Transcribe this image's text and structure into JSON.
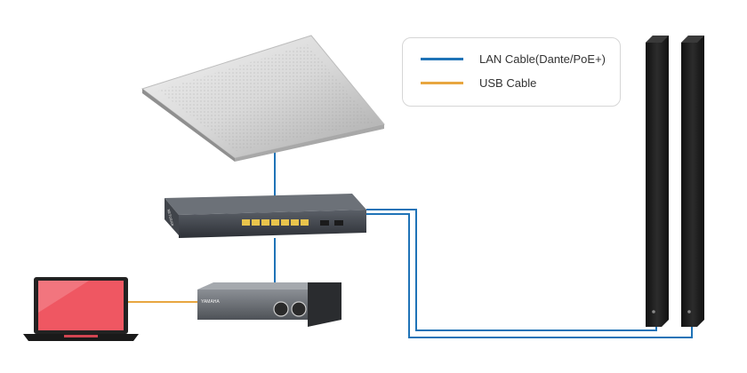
{
  "legend": {
    "items": [
      {
        "label": "LAN Cable(Dante/PoE+)",
        "color": "#1f73b7"
      },
      {
        "label": "USB Cable",
        "color": "#e8a640"
      }
    ]
  },
  "devices": {
    "switch_brand": "NETGEAR",
    "interface_brand": "YAMAHA"
  },
  "colors": {
    "lan": "#1f73b7",
    "usb": "#e8a640",
    "laptop_screen": "#ef5762",
    "speaker": "#1d1d1d"
  }
}
